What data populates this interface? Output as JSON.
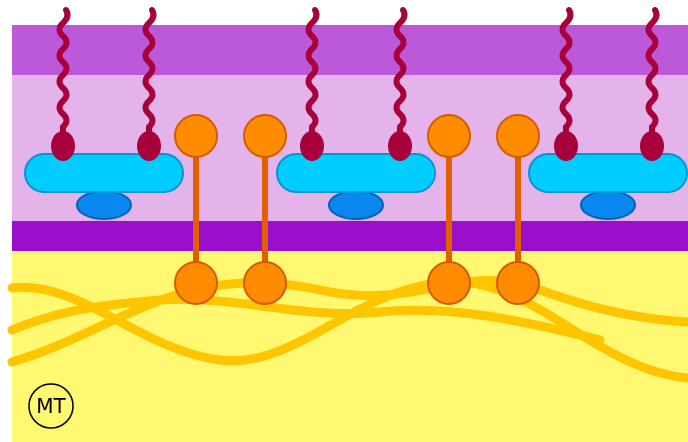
{
  "diagram": {
    "label": "MT",
    "colors": {
      "outer_layer": "#BC59D9",
      "inner_layer": "#E3B3EA",
      "dark_band": "#9B0FCC",
      "cytoplasm": "#FFF870",
      "filament": "#FFC600",
      "glycan_chain": "#A8003A",
      "protein_body": "#00CCFF",
      "protein_body_stroke": "#0096D6",
      "protein_subunit": "#0A86EF",
      "protein_subunit_stroke": "#0064B8",
      "linker_ball": "#FF8C00",
      "linker_ball_stroke": "#D45A00",
      "linker_rod": "#E06000"
    },
    "protein_complexes": [
      {
        "name": "complex-1"
      },
      {
        "name": "complex-2"
      },
      {
        "name": "complex-3"
      }
    ],
    "linkers": [
      {
        "name": "linker-1"
      },
      {
        "name": "linker-2"
      },
      {
        "name": "linker-3"
      },
      {
        "name": "linker-4"
      }
    ]
  }
}
